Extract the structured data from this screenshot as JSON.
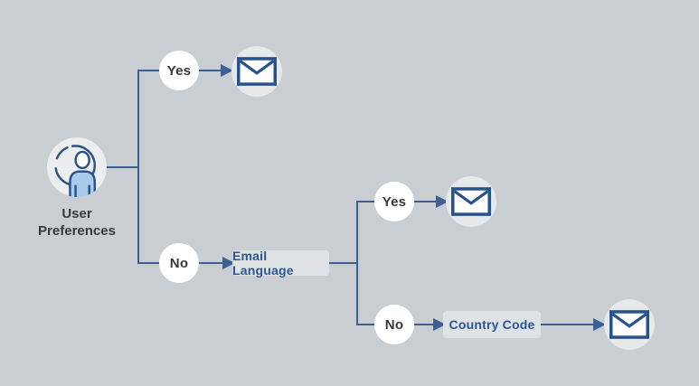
{
  "flowchart": {
    "root": {
      "icon": "user-icon",
      "label_line1": "User",
      "label_line2": "Preferences"
    },
    "level1": {
      "yes_label": "Yes",
      "no_label": "No",
      "yes_outcome_icon": "envelope-icon"
    },
    "email_language_node": {
      "label": "Email Language"
    },
    "level2": {
      "yes_label": "Yes",
      "no_label": "No",
      "yes_outcome_icon": "envelope-icon"
    },
    "country_code_node": {
      "label": "Country Code"
    },
    "final_outcome_icon": "envelope-icon"
  },
  "colors": {
    "background": "#c9ced2",
    "line": "#3f5e92",
    "envelope_blue": "#27538c",
    "node_text": "#2b5693",
    "label_text": "#35393c",
    "icon_circle_bg": "#e6e8ea",
    "user_circle_bg": "#ecedee",
    "box_bg": "#dfe2e4",
    "decision_bg": "#ffffff",
    "person_fill": "#a8cbee",
    "person_outline": "#2b5385"
  }
}
